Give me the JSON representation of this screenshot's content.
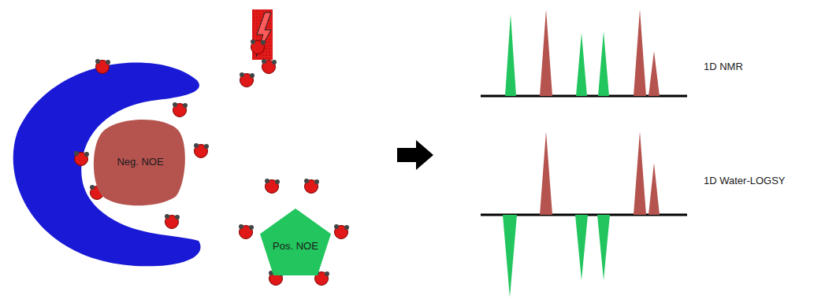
{
  "diagram": {
    "nodes": [
      {
        "text": [
          "Neg. NOE"
        ]
      },
      {
        "text": [
          "Pos. NOE"
        ]
      }
    ],
    "labels": [
      "1D NMR",
      "1D Water-LOGSY"
    ]
  }
}
